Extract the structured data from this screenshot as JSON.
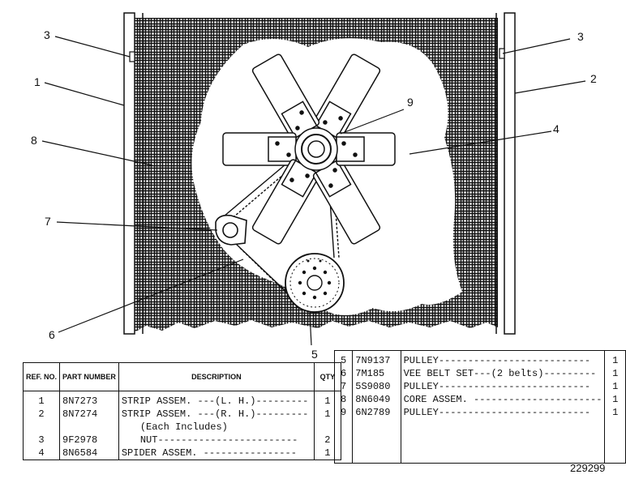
{
  "callouts": [
    "3",
    "3",
    "1",
    "2",
    "8",
    "9",
    "4",
    "7",
    "6",
    "5"
  ],
  "left_table": {
    "headers": {
      "ref": "REF. NO.",
      "part": "PART NUMBER",
      "description": "DESCRIPTION",
      "qty": "QTY"
    },
    "rows": [
      {
        "ref": "1",
        "part": "8N7273",
        "description": "STRIP ASSEM. ---(L. H.)---------",
        "qty": "1"
      },
      {
        "ref": "2",
        "part": "8N7274",
        "description": "STRIP ASSEM. ---(R. H.)---------",
        "qty": "1"
      },
      {
        "ref": "",
        "part": "",
        "description": "(Each Includes)",
        "qty": ""
      },
      {
        "ref": "3",
        "part": "9F2978",
        "description": "NUT------------------------",
        "qty": "2"
      },
      {
        "ref": "4",
        "part": "8N6584",
        "description": "SPIDER ASSEM. ----------------",
        "qty": "1"
      }
    ]
  },
  "right_table": {
    "rows": [
      {
        "ref": "5",
        "part": "7N9137",
        "description": "PULLEY--------------------------",
        "qty": "1"
      },
      {
        "ref": "6",
        "part": "7M185",
        "description": "VEE BELT SET---(2 belts)---------",
        "qty": "1"
      },
      {
        "ref": "7",
        "part": "5S9080",
        "description": "PULLEY--------------------------",
        "qty": "1"
      },
      {
        "ref": "8",
        "part": "8N6049",
        "description": "CORE ASSEM. ----------------------",
        "qty": "1"
      },
      {
        "ref": "9",
        "part": "6N2789",
        "description": "PULLEY--------------------------",
        "qty": "1"
      }
    ]
  },
  "drawing_number": "229299"
}
